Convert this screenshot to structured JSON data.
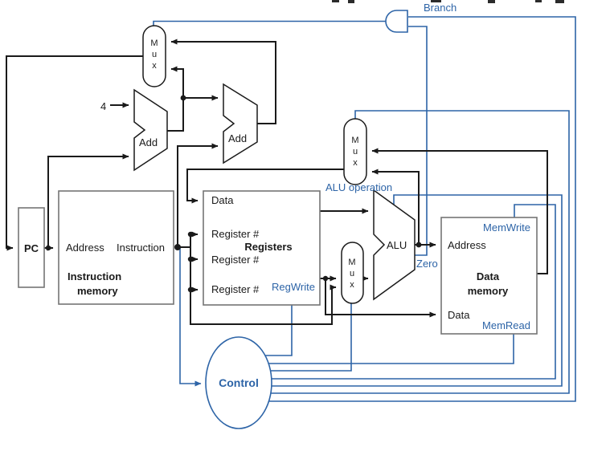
{
  "palette": {
    "wire_black": "#1a1a1a",
    "control_blue": "#2d64a7",
    "box_border": "#757575",
    "background": "#ffffff"
  },
  "components": {
    "pc": {
      "label": "PC"
    },
    "instruction_memory": {
      "address_label": "Address",
      "output_label": "Instruction",
      "name_line1": "Instruction",
      "name_line2": "memory"
    },
    "registers": {
      "write_data_label": "Data",
      "port_label": "Register #",
      "name": "Registers",
      "control_label": "RegWrite"
    },
    "data_memory": {
      "write_control_label": "MemWrite",
      "address_label": "Address",
      "name_line1": "Data",
      "name_line2": "memory",
      "data_label": "Data",
      "read_control_label": "MemRead"
    },
    "alu": {
      "label": "ALU",
      "zero_label": "Zero",
      "operation_label": "ALU operation"
    },
    "adder_pc": {
      "label": "Add"
    },
    "adder_branch": {
      "label": "Add"
    },
    "mux": {
      "m": "M",
      "u": "u",
      "x": "x"
    },
    "control_unit": {
      "label": "Control"
    },
    "branch_gate": {
      "label": "Branch"
    },
    "constant_four": {
      "label": "4"
    }
  }
}
